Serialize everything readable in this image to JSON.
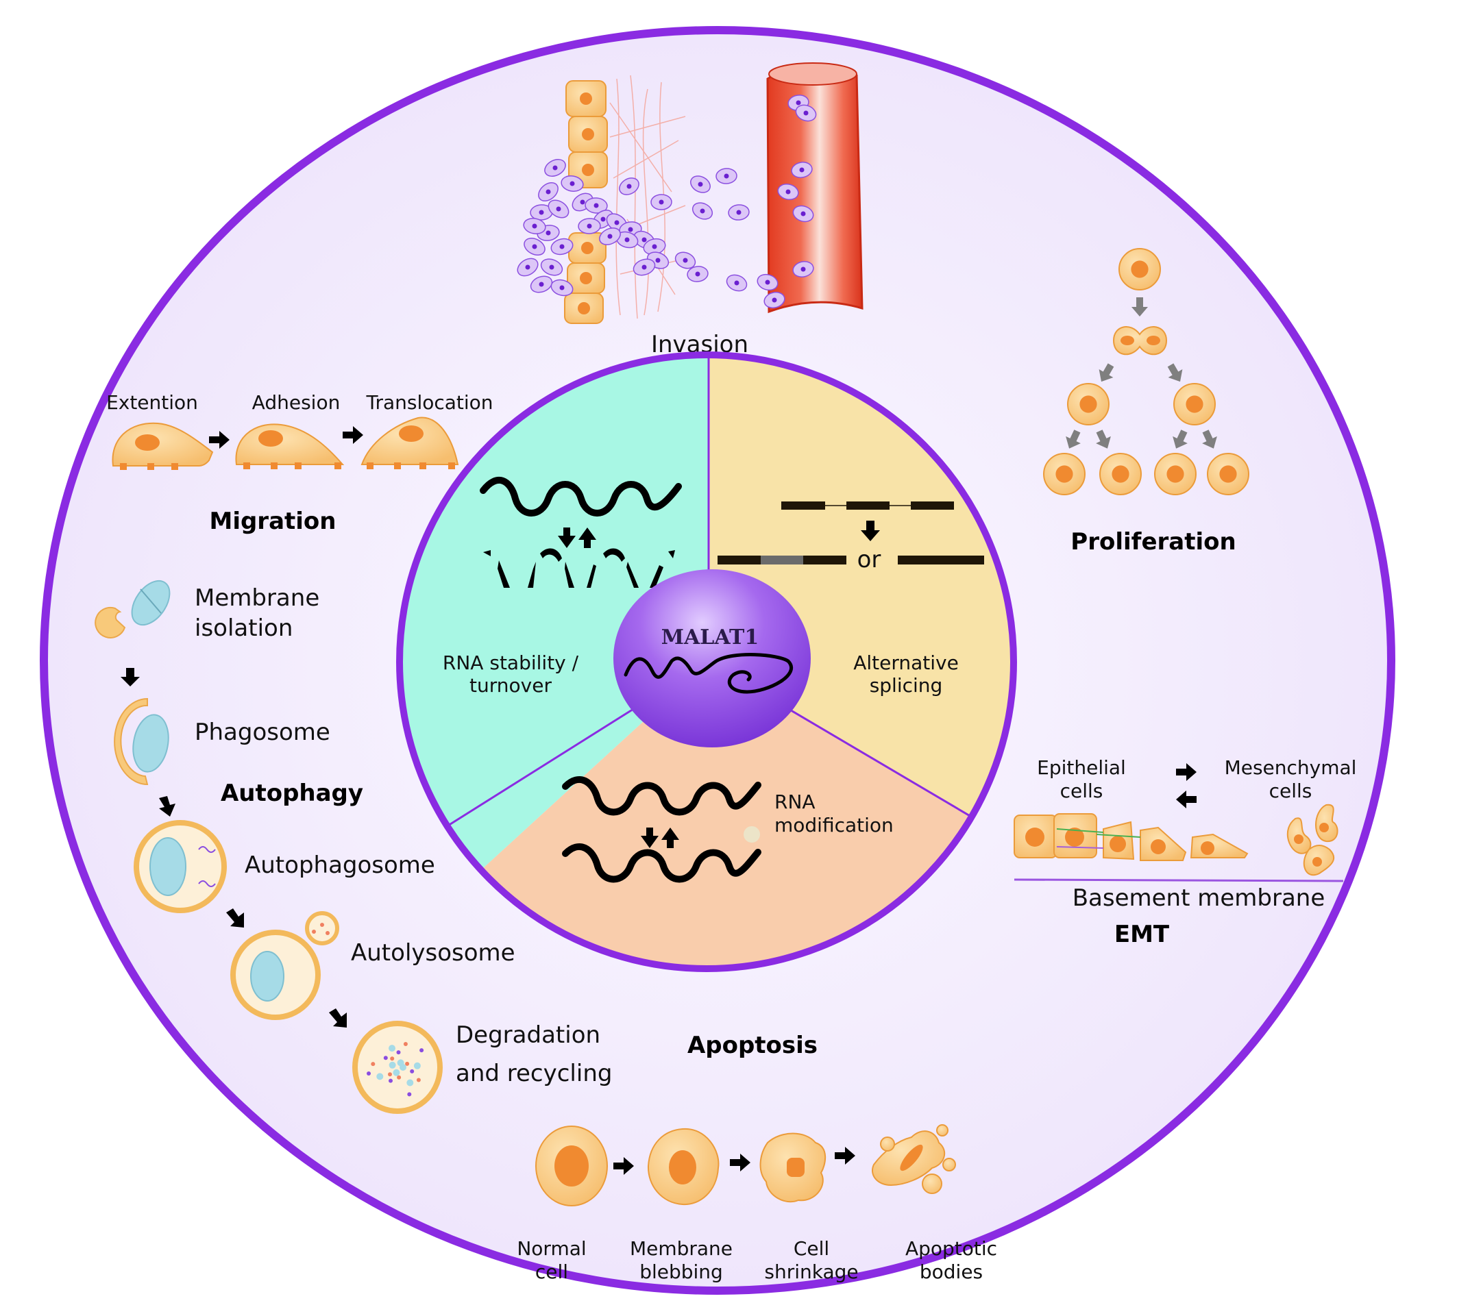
{
  "colors": {
    "outer_ring": "#8a2be2",
    "outer_fill": "#f5f0fd",
    "inner_ring": "#8a2be2",
    "sector_stability": "#a8f7e4",
    "sector_splicing": "#f7e2a4",
    "sector_modification": "#f9c9a7",
    "malat_sphere": "#9b59e6",
    "cell_fill": "#f9c97a",
    "cell_nucleus": "#f08a30",
    "tumor_cell": "#d9c2f6",
    "tumor_nucleus": "#7a2bd6",
    "vessel": "#e8412a",
    "mito": "#a6dbe7",
    "arrow_gray": "#7f7f7f"
  },
  "center": {
    "label": "MALAT1",
    "sectors": [
      {
        "id": "stability",
        "label_lines": [
          "RNA stability /",
          "turnover"
        ]
      },
      {
        "id": "splicing",
        "label_lines": [
          "Alternative",
          "splicing"
        ],
        "or_label": "or"
      },
      {
        "id": "modification",
        "label_lines": [
          "RNA",
          "modification"
        ]
      }
    ]
  },
  "invasion": {
    "title": "Invasion"
  },
  "migration": {
    "title": "Migration",
    "steps": [
      "Extention",
      "Adhesion",
      "Translocation"
    ]
  },
  "proliferation": {
    "title": "Proliferation"
  },
  "autophagy": {
    "title": "Autophagy",
    "steps": [
      {
        "lines": [
          "Membrane",
          "isolation"
        ]
      },
      {
        "lines": [
          "Phagosome"
        ]
      },
      {
        "lines": [
          "Autophagosome"
        ]
      },
      {
        "lines": [
          "Autolysosome"
        ]
      },
      {
        "lines": [
          "Degradation",
          "and recycling"
        ]
      }
    ]
  },
  "emt": {
    "title": "EMT",
    "epithelial_lines": [
      "Epithelial",
      "cells"
    ],
    "mesenchymal_lines": [
      "Mesenchymal",
      "cells"
    ],
    "basement_label": "Basement membrane"
  },
  "apoptosis": {
    "title": "Apoptosis",
    "steps": [
      {
        "lines": [
          "Normal",
          "cell"
        ]
      },
      {
        "lines": [
          "Membrane",
          "blebbing"
        ]
      },
      {
        "lines": [
          "Cell",
          "shrinkage"
        ]
      },
      {
        "lines": [
          "Apoptotic",
          "bodies"
        ]
      }
    ]
  }
}
